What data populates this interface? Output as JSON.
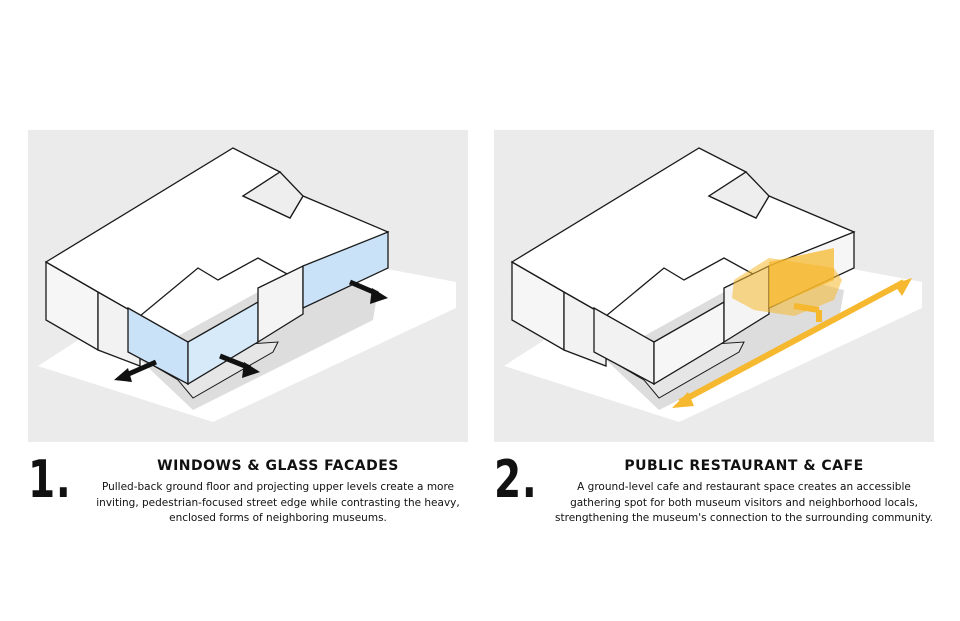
{
  "steps": [
    {
      "number": "1.",
      "title": "WINDOWS & GLASS FACADES",
      "body": "Pulled-back ground floor and projecting upper levels create a more inviting, pedestrian-focused street edge while contrasting the heavy, enclosed forms of neighboring museums.",
      "accent_color": "#c9e2f7",
      "icons": [
        "glass-facade",
        "outward-arrow"
      ]
    },
    {
      "number": "2.",
      "title": "PUBLIC RESTAURANT & CAFE",
      "body": "A ground-level cafe and restaurant space creates an accessible gathering spot for both museum visitors and neighborhood locals, strengthening the museum's connection to the surrounding community.",
      "accent_color": "#f5b82e",
      "icons": [
        "cafe-volume",
        "circulation-arrow"
      ]
    }
  ],
  "colors": {
    "panel_background": "#ebebeb",
    "ground": "#ffffff",
    "building_top": "#ffffff",
    "building_side": "#f3f3f3",
    "outline": "#1a1a1a",
    "arrow_dark": "#111111"
  }
}
